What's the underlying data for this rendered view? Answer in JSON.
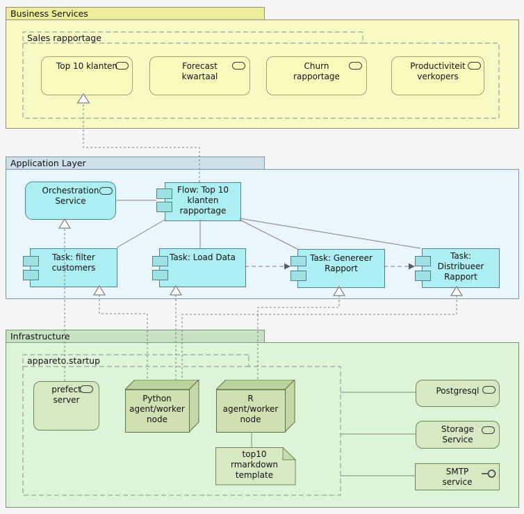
{
  "business": {
    "title": "Business Services",
    "group_title": "Sales rapportage",
    "services": [
      {
        "label": "Top 10 klanten"
      },
      {
        "label": "Forecast\nkwartaal"
      },
      {
        "label": "Churn\nrapportage"
      },
      {
        "label": "Productiviteit\nverkopers"
      }
    ]
  },
  "application": {
    "title": "Application Layer",
    "orchestration": {
      "label": "Orchestration\nService"
    },
    "flow": {
      "label": "Flow: Top 10\nklanten\nrapportage"
    },
    "tasks": [
      {
        "label": "Task: filter\ncustomers"
      },
      {
        "label": "Task: Load Data"
      },
      {
        "label": "Task: Genereer\nRapport"
      },
      {
        "label": "Task:\nDistribueer\nRapport"
      }
    ]
  },
  "infrastructure": {
    "title": "Infrastructure",
    "group_title": "appareto.startup",
    "prefect": {
      "label": "prefect\nserver"
    },
    "python_node": {
      "label": "Python\nagent/worker\nnode"
    },
    "r_node": {
      "label": "R\nagent/worker\nnode"
    },
    "artifact": {
      "label": "top10\nrmarkdown\ntemplate"
    },
    "services": [
      {
        "label": "Postgresql"
      },
      {
        "label": "Storage\nService"
      },
      {
        "label": "SMTP\nservice"
      }
    ]
  },
  "colors": {
    "background": "#f5f5f5",
    "business_fill": "#fafabd",
    "application_fill": "#aceef2",
    "infrastructure_fill": "#d7e9c3",
    "line": "#7f7f7f"
  }
}
